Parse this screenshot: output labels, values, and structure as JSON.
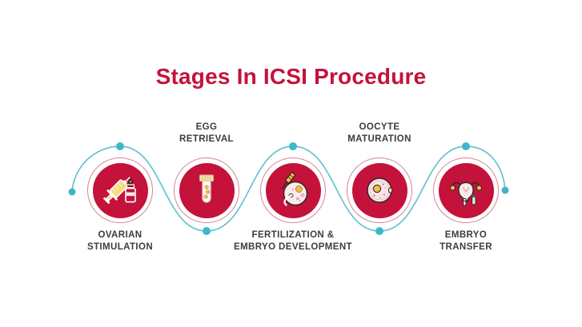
{
  "title": "Stages In ICSI Procedure",
  "colors": {
    "crimson": "#C4123B",
    "ring": "#DB8195",
    "teal_line": "#66C4D0",
    "teal_dot": "#3FB6C9",
    "label": "#3C3C3C",
    "background": "#FFFFFF"
  },
  "stages": [
    {
      "label": "OVARIAN\nSTIMULATION",
      "icon": "syringe-and-vial-icon",
      "label_position": "below"
    },
    {
      "label": "EGG\nRETRIEVAL",
      "icon": "test-tube-with-eggs-icon",
      "label_position": "above"
    },
    {
      "label": "FERTILIZATION &\nEMBRYO DEVELOPMENT",
      "icon": "icsi-needle-injecting-egg-icon",
      "label_position": "below"
    },
    {
      "label": "OOCYTE\nMATURATION",
      "icon": "oocyte-cell-icon",
      "label_position": "above"
    },
    {
      "label": "EMBRYO\nTRANSFER",
      "icon": "uterus-embryo-transfer-icon",
      "label_position": "below"
    }
  ]
}
